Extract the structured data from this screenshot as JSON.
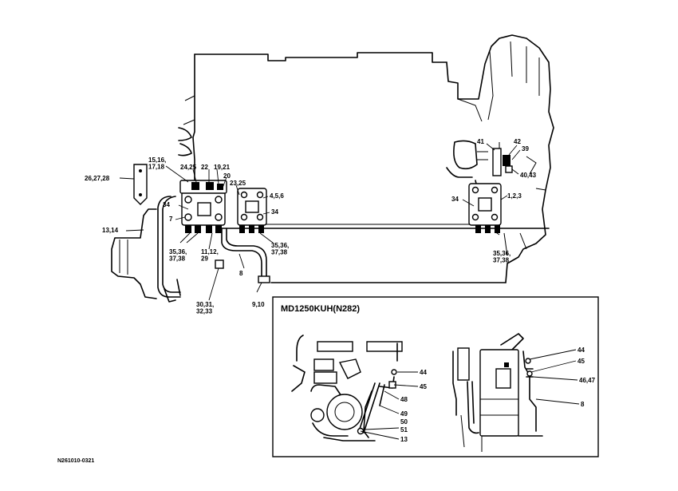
{
  "main_labels": [
    {
      "id": "c15",
      "lines": [
        "15,16,",
        "17,18"
      ]
    },
    {
      "id": "c24",
      "lines": [
        "24,25"
      ]
    },
    {
      "id": "c22",
      "lines": [
        "22"
      ]
    },
    {
      "id": "c19",
      "lines": [
        "19,21"
      ]
    },
    {
      "id": "c20",
      "lines": [
        "20"
      ]
    },
    {
      "id": "c26",
      "lines": [
        "26,27,28"
      ]
    },
    {
      "id": "c23",
      "lines": [
        "23,25"
      ]
    },
    {
      "id": "c4",
      "lines": [
        "4,5,6"
      ]
    },
    {
      "id": "c34a",
      "lines": [
        "34"
      ]
    },
    {
      "id": "c7",
      "lines": [
        "7"
      ]
    },
    {
      "id": "c34b",
      "lines": [
        "34"
      ]
    },
    {
      "id": "c13",
      "lines": [
        "13,14"
      ]
    },
    {
      "id": "c35a",
      "lines": [
        "35,36,",
        "37,38"
      ]
    },
    {
      "id": "c11",
      "lines": [
        "11,12,",
        "29"
      ]
    },
    {
      "id": "c35b",
      "lines": [
        "35,36,",
        "37,38"
      ]
    },
    {
      "id": "c8",
      "lines": [
        "8"
      ]
    },
    {
      "id": "c30",
      "lines": [
        "30,31,",
        "32,33"
      ]
    },
    {
      "id": "c9",
      "lines": [
        "9,10"
      ]
    },
    {
      "id": "c41",
      "lines": [
        "41"
      ]
    },
    {
      "id": "c42",
      "lines": [
        "42"
      ]
    },
    {
      "id": "c39",
      "lines": [
        "39"
      ]
    },
    {
      "id": "c40",
      "lines": [
        "40,43"
      ]
    },
    {
      "id": "c1",
      "lines": [
        "1,2,3"
      ]
    },
    {
      "id": "c34c",
      "lines": [
        "34"
      ]
    },
    {
      "id": "c35c",
      "lines": [
        "35,36,",
        "37,38"
      ]
    }
  ],
  "inset": {
    "title": "MD1250KUH(N282)",
    "labels": [
      {
        "id": "i44a",
        "lines": [
          "44"
        ]
      },
      {
        "id": "i45a",
        "lines": [
          "45"
        ]
      },
      {
        "id": "i48",
        "lines": [
          "48"
        ]
      },
      {
        "id": "i49",
        "lines": [
          "49"
        ]
      },
      {
        "id": "i50",
        "lines": [
          "50"
        ]
      },
      {
        "id": "i51",
        "lines": [
          "51"
        ]
      },
      {
        "id": "i13",
        "lines": [
          "13"
        ]
      },
      {
        "id": "i44b",
        "lines": [
          "44"
        ]
      },
      {
        "id": "i45b",
        "lines": [
          "45"
        ]
      },
      {
        "id": "i46",
        "lines": [
          "46,47"
        ]
      },
      {
        "id": "i8",
        "lines": [
          "8"
        ]
      }
    ]
  },
  "figure_code": "N261010-0321"
}
